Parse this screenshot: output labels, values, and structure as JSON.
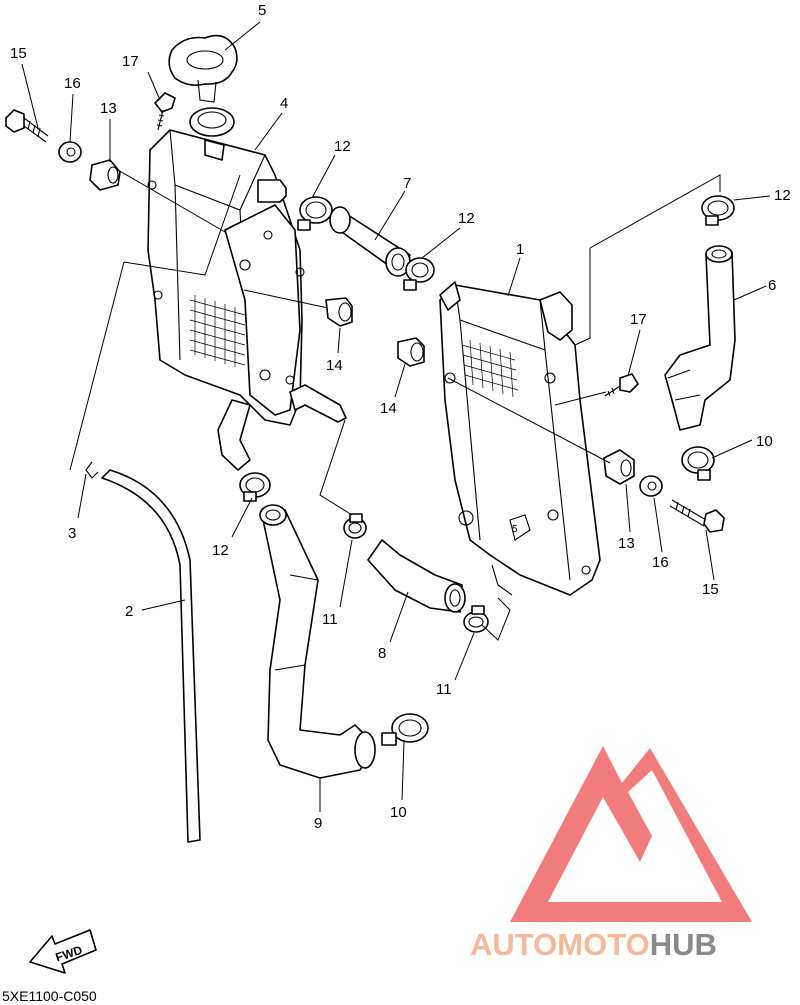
{
  "diagram_code": "5XE1100-C050",
  "fwd_label": "FWD",
  "brand": {
    "part1": "AUTOMOTO",
    "part2": "HUB",
    "color1": "#f5b999",
    "color2": "#8a8a8a",
    "logo_color": "#f27b7b"
  },
  "callouts": [
    {
      "id": "c5",
      "label": "5"
    },
    {
      "id": "c4",
      "label": "4"
    },
    {
      "id": "c17a",
      "label": "17"
    },
    {
      "id": "c15a",
      "label": "15"
    },
    {
      "id": "c16a",
      "label": "16"
    },
    {
      "id": "c13a",
      "label": "13"
    },
    {
      "id": "c12a",
      "label": "12"
    },
    {
      "id": "c7",
      "label": "7"
    },
    {
      "id": "c12b",
      "label": "12"
    },
    {
      "id": "c1",
      "label": "1"
    },
    {
      "id": "c12c",
      "label": "12"
    },
    {
      "id": "c6",
      "label": "6"
    },
    {
      "id": "c14a",
      "label": "14"
    },
    {
      "id": "c14b",
      "label": "14"
    },
    {
      "id": "c17b",
      "label": "17"
    },
    {
      "id": "c10a",
      "label": "10"
    },
    {
      "id": "c3",
      "label": "3"
    },
    {
      "id": "c12d",
      "label": "12"
    },
    {
      "id": "c13b",
      "label": "13"
    },
    {
      "id": "c16b",
      "label": "16"
    },
    {
      "id": "c15b",
      "label": "15"
    },
    {
      "id": "c2",
      "label": "2"
    },
    {
      "id": "c11a",
      "label": "11"
    },
    {
      "id": "c8",
      "label": "8"
    },
    {
      "id": "c11b",
      "label": "11"
    },
    {
      "id": "c9",
      "label": "9"
    },
    {
      "id": "c10b",
      "label": "10"
    }
  ]
}
